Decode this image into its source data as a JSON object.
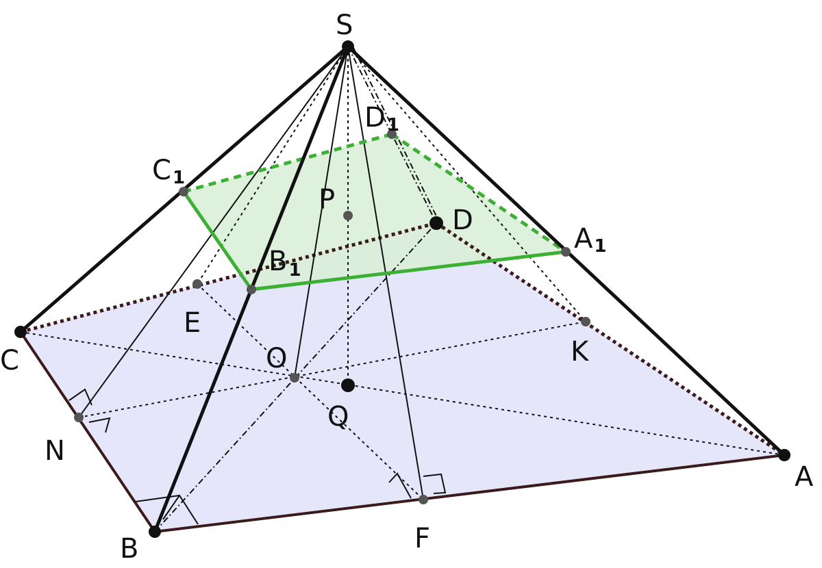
{
  "colors": {
    "base_fill": "#e6e6fa",
    "section_fill": "#d8efd6",
    "section_stroke": "#3cb032",
    "base_edge": "#3a1a1a",
    "edge": "#111111",
    "point": "#111111",
    "aux_point": "#555555"
  },
  "points": {
    "S": {
      "text": "S",
      "sub": ""
    },
    "A": {
      "text": "A",
      "sub": ""
    },
    "B": {
      "text": "B",
      "sub": ""
    },
    "C": {
      "text": "C",
      "sub": ""
    },
    "D": {
      "text": "D",
      "sub": ""
    },
    "A1": {
      "text": "A",
      "sub": "1"
    },
    "B1": {
      "text": "B",
      "sub": "1"
    },
    "C1": {
      "text": "C",
      "sub": "1"
    },
    "D1": {
      "text": "D",
      "sub": "1"
    },
    "P": {
      "text": "P",
      "sub": ""
    },
    "Q": {
      "text": "Q",
      "sub": ""
    },
    "O": {
      "text": "O",
      "sub": ""
    },
    "E": {
      "text": "E",
      "sub": ""
    },
    "K": {
      "text": "K",
      "sub": ""
    },
    "N": {
      "text": "N",
      "sub": ""
    },
    "F": {
      "text": "F",
      "sub": ""
    }
  }
}
